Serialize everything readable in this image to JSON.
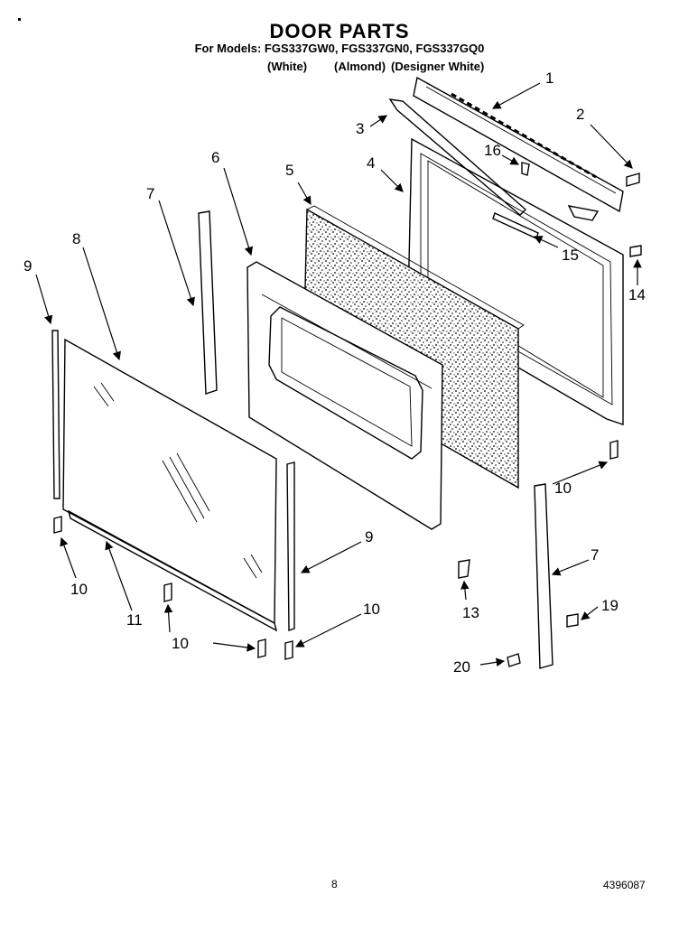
{
  "title": "DOOR PARTS",
  "subtitle": "For Models: FGS337GW0, FGS337GN0, FGS337GQ0",
  "variants": [
    "(White)",
    "(Almond)",
    "(Designer White)"
  ],
  "callouts": [
    "1",
    "2",
    "3",
    "4",
    "5",
    "6",
    "7",
    "8",
    "9",
    "10",
    "11",
    "13",
    "14",
    "15",
    "16",
    "19",
    "20"
  ],
  "footer": {
    "page_number": "8",
    "document_number": "4396087"
  }
}
